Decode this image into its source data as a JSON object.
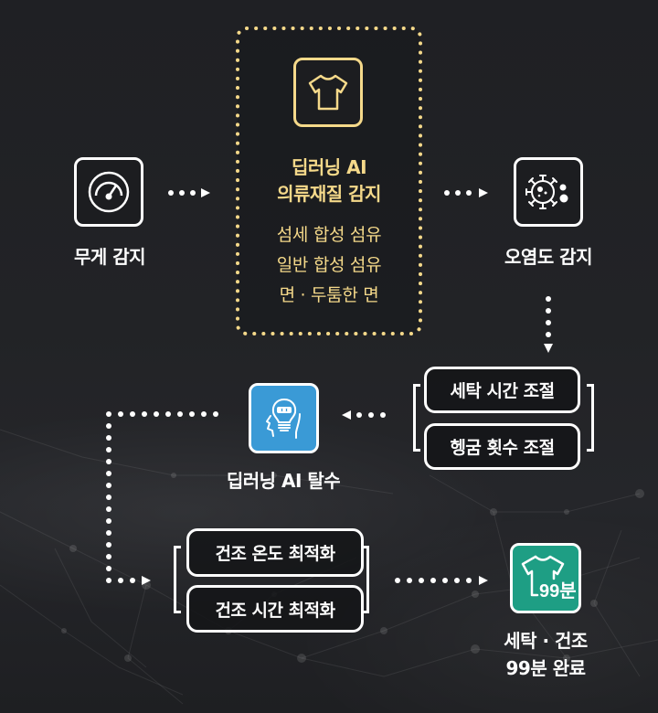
{
  "colors": {
    "background": "#1f2024",
    "gold": "#f5d98a",
    "white": "#ffffff",
    "blue_icon": "#3a9ad6",
    "green_icon": "#1e9e84"
  },
  "steps": {
    "weight": {
      "icon": "gauge-icon",
      "label": "무게 감지"
    },
    "fabric": {
      "icon": "tshirt-icon",
      "title_line1": "딥러닝 AI",
      "title_line2": "의류재질 감지",
      "items": [
        "섬세 합성 섬유",
        "일반 합성 섬유",
        "면 · 두툼한 면"
      ]
    },
    "soil": {
      "icon": "germ-icon",
      "label": "오염도 감지"
    },
    "wash_adjust": {
      "items": [
        "세탁 시간 조절",
        "헹굼 횟수 조절"
      ]
    },
    "spin": {
      "icon": "ai-head-bulb-icon",
      "label": "딥러닝 AI 탈수"
    },
    "dry_optimize": {
      "items": [
        "건조 온도 최적화",
        "건조 시간 최적화"
      ]
    },
    "complete": {
      "icon": "tshirt-99min-icon",
      "icon_text": "99분",
      "label_line1": "세탁 · 건조",
      "label_line2": "99분 완료"
    }
  }
}
